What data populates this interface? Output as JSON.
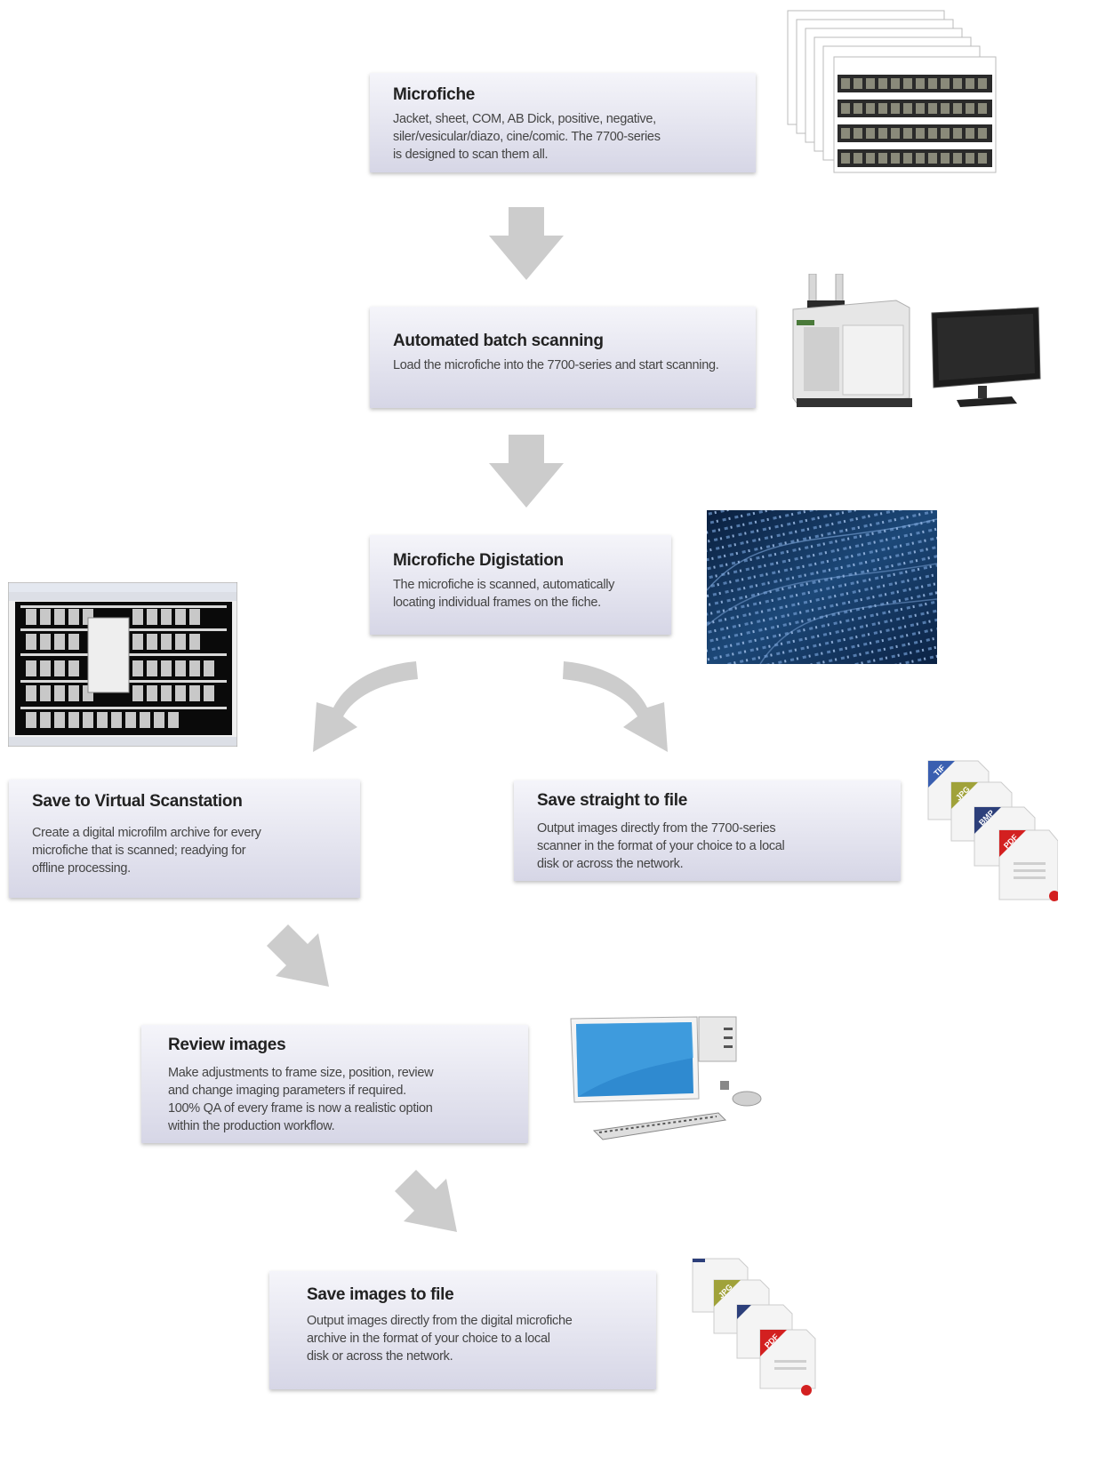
{
  "steps": [
    {
      "title": "Microfiche",
      "text": "Jacket, sheet, COM, AB Dick, positive, negative,\nsiler/vesicular/diazo, cine/comic. The 7700-series\nis designed to scan them all."
    },
    {
      "title": "Automated batch scanning",
      "text": "Load the microfiche into the 7700-series and start scanning."
    },
    {
      "title": "Microfiche Digistation",
      "text": "The microfiche is scanned, automatically\nlocating individual frames on the fiche."
    },
    {
      "title": "Save to Virtual Scanstation",
      "text": "Create a digital microfilm archive for every\nmicrofiche that is scanned; readying for\noffline processing."
    },
    {
      "title": "Save straight to file",
      "text": "Output images directly from the 7700-series\nscanner in the format of your choice to a local\ndisk or across the network."
    },
    {
      "title": "Review images",
      "text": "Make adjustments to frame size, position, review\nand change imaging parameters if required.\n100% QA of every frame is now a realistic option\n within the production workflow."
    },
    {
      "title": "Save images to file",
      "text": "Output images directly from the digital microfiche\narchive in the format of your choice to a local\ndisk or across the network."
    }
  ],
  "file_badges": [
    "TIF",
    "JPG",
    "BMP",
    "PDF"
  ],
  "colors": {
    "card_top": "#f5f5fa",
    "card_bottom": "#d6d6e6",
    "arrow": "#cccccc",
    "code_bg": "#0f2c52",
    "jpg": "#a0a23a",
    "bmp": "#2c3f7a",
    "pdf": "#d32020"
  },
  "icons": [
    "microfiche-stack-image",
    "scanner-and-monitor-image",
    "binary-code-image",
    "scanstation-screenshot",
    "file-format-icons",
    "desktop-computer-image"
  ]
}
